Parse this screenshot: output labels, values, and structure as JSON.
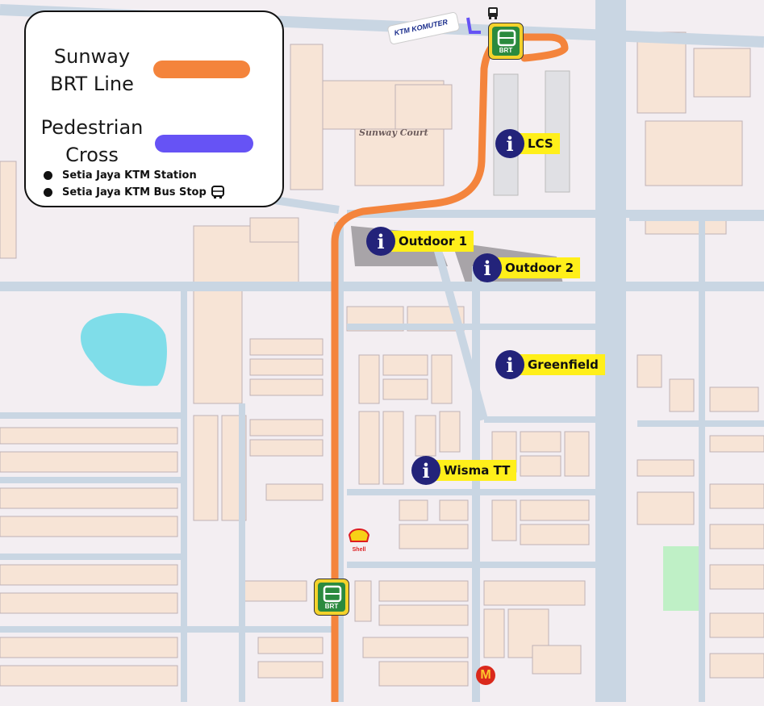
{
  "legend": {
    "brt_title_line1": "Sunway",
    "brt_title_line2": "BRT Line",
    "ped_title_line1": "Pedestrian",
    "ped_title_line2": "Cross",
    "item_station": "Setia Jaya KTM Station",
    "item_bus_stop": "Setia Jaya KTM Bus Stop"
  },
  "colors": {
    "brt_line": "#f4843c",
    "pedestrian": "#6653f5",
    "poi_icon": "#23237a",
    "poi_label": "#ffef1a",
    "road": "#c9d6e3",
    "building": "#f7e4d6",
    "lake": "#7fdde9",
    "park": "#bff0c6"
  },
  "pois": [
    {
      "id": "lcs",
      "icon": "info-icon",
      "glyph": "i",
      "label": "LCS"
    },
    {
      "id": "outdoor1",
      "icon": "info-icon",
      "glyph": "i",
      "label": "Outdoor 1"
    },
    {
      "id": "outdoor2",
      "icon": "info-icon",
      "glyph": "i",
      "label": "Outdoor 2"
    },
    {
      "id": "greenfield",
      "icon": "info-icon",
      "glyph": "i",
      "label": "Greenfield"
    },
    {
      "id": "wisma",
      "icon": "info-icon",
      "glyph": "i",
      "label": "Wisma TT"
    }
  ],
  "places": {
    "sunway_court": "Sunway Court"
  },
  "markers": {
    "brt_label": "BRT",
    "ktm_logo_text": "KTM KOMUTER",
    "shell_text": "Shell",
    "mcd_glyph": "M"
  }
}
